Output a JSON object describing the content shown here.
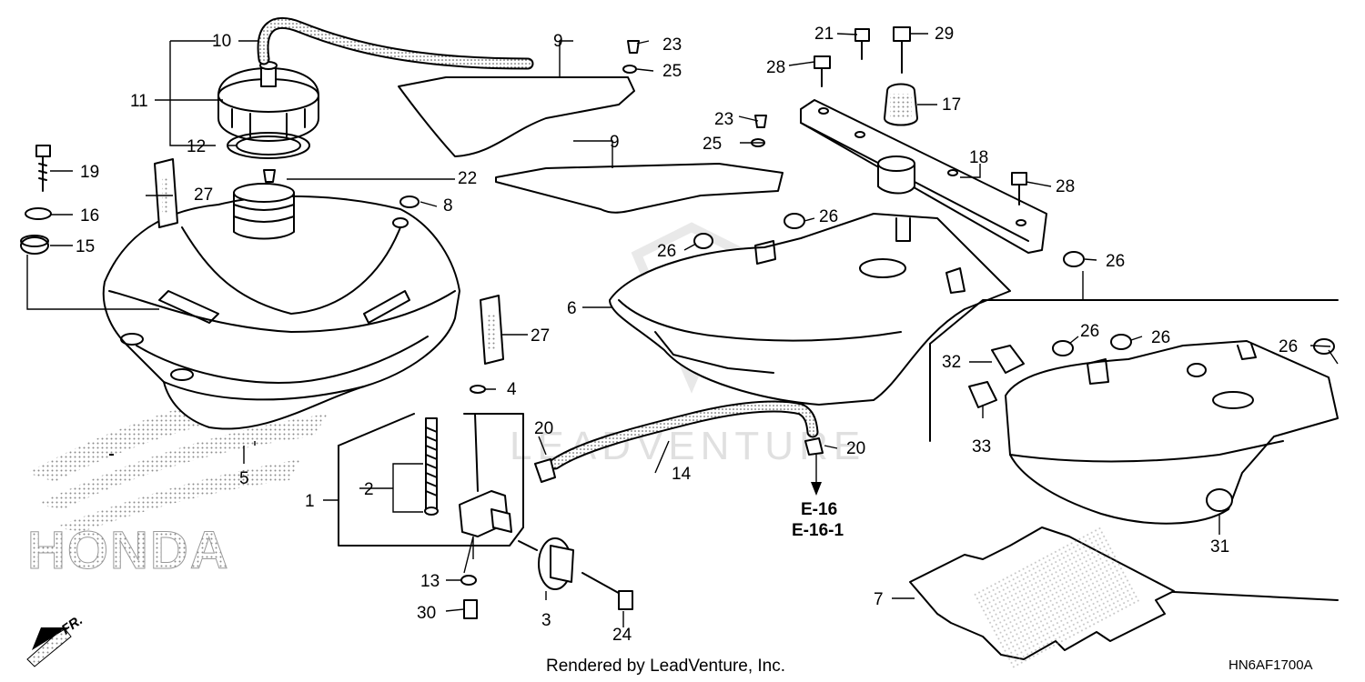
{
  "diagram": {
    "diagram_code": "HN6AF1700A",
    "rendered_by": "Rendered by LeadVenture, Inc.",
    "watermark_text": "LEADVENTURE",
    "brand_logo": "HONDA",
    "direction_label": "FR.",
    "reference_pages": [
      "E-16",
      "E-16-1"
    ],
    "callouts": [
      "1",
      "2",
      "3",
      "4",
      "5",
      "6",
      "7",
      "8",
      "9",
      "9",
      "10",
      "11",
      "12",
      "13",
      "14",
      "15",
      "16",
      "17",
      "18",
      "19",
      "20",
      "20",
      "21",
      "22",
      "23",
      "23",
      "24",
      "25",
      "25",
      "26",
      "26",
      "26",
      "26",
      "26",
      "26",
      "27",
      "27",
      "28",
      "28",
      "29",
      "30",
      "31",
      "32",
      "33"
    ]
  }
}
